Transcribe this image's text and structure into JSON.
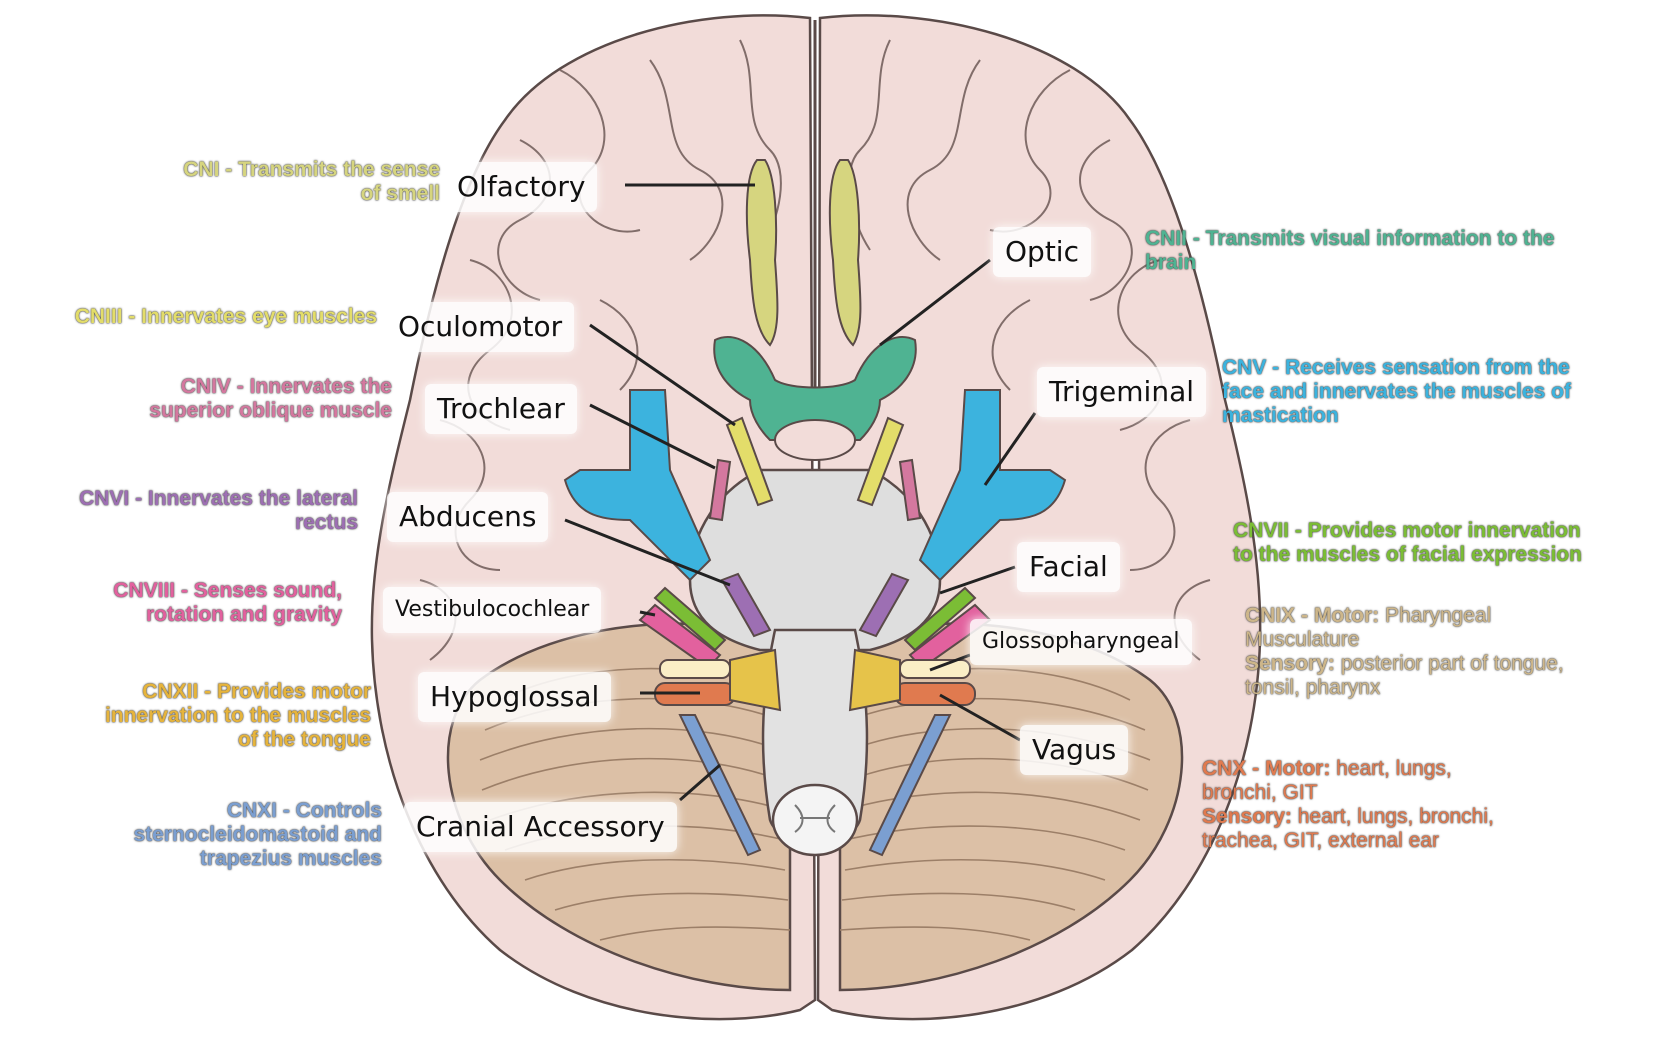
{
  "nerves": {
    "olfactory": {
      "name": "Olfactory",
      "color": "#d6d57f",
      "desc": [
        "CNI - Transmits the sense",
        "of smell"
      ]
    },
    "optic": {
      "name": "Optic",
      "color": "#4fb392",
      "desc": [
        "CNII - Transmits visual information to the",
        "brain"
      ]
    },
    "oculomotor": {
      "name": "Oculomotor",
      "color": "#e3dd6a",
      "desc": [
        "CNIII - Innervates eye muscles"
      ]
    },
    "trochlear": {
      "name": "Trochlear",
      "color": "#d4789f",
      "desc": [
        "CNIV - Innervates the",
        "superior oblique muscle"
      ]
    },
    "trigeminal": {
      "name": "Trigeminal",
      "color": "#3cb3de",
      "desc": [
        "CNV - Receives sensation from the",
        "face and innervates the muscles of",
        "mastication"
      ]
    },
    "abducens": {
      "name": "Abducens",
      "color": "#9d6fb3",
      "desc": [
        "CNVI - Innervates the lateral",
        "rectus"
      ]
    },
    "facial": {
      "name": "Facial",
      "color": "#7bbd35",
      "desc": [
        "CNVII - Provides motor innervation",
        "to the muscles of facial expression"
      ]
    },
    "vestibulocochlear": {
      "name": "Vestibulocochlear",
      "color": "#e2619e",
      "desc": [
        "CNVIII - Senses sound,",
        "rotation and gravity"
      ]
    },
    "glossopharyngeal": {
      "name": "Glossopharyngeal",
      "color": "#cdb68a",
      "desc_lines": [
        {
          "bold": "CNIX - Motor:",
          "plain": " Pharyngeal"
        },
        {
          "bold": "",
          "plain": "Musculature"
        },
        {
          "bold": "Sensory:",
          "plain": " posterior part of tongue,"
        },
        {
          "bold": "",
          "plain": "tonsil, pharynx"
        }
      ]
    },
    "vagus": {
      "name": "Vagus",
      "color": "#e07a4f",
      "desc_lines": [
        {
          "bold": "CNX - Motor:",
          "plain": " heart, lungs,"
        },
        {
          "bold": "",
          "plain": "bronchi, GIT"
        },
        {
          "bold": "Sensory:",
          "plain": " heart, lungs, bronchi,"
        },
        {
          "bold": "",
          "plain": "trachea, GIT, external ear"
        }
      ]
    },
    "accessory": {
      "name": "Cranial Accessory",
      "color": "#7b9fd1",
      "desc": [
        "CNXI - Controls",
        "sternocleidomastoid and",
        "trapezius muscles"
      ]
    },
    "hypoglossal": {
      "name": "Hypoglossal",
      "color": "#e6b43c",
      "desc": [
        "CNXII - Provides motor",
        "innervation to the muscles",
        "of the tongue"
      ]
    }
  },
  "colors": {
    "brain_fill": "#f2dcd9",
    "brain_shade": "#e6c2bd",
    "brain_outline": "#5a4a48",
    "cerebellum": "#dcc0a6",
    "brainstem": "#d9d9d9"
  }
}
